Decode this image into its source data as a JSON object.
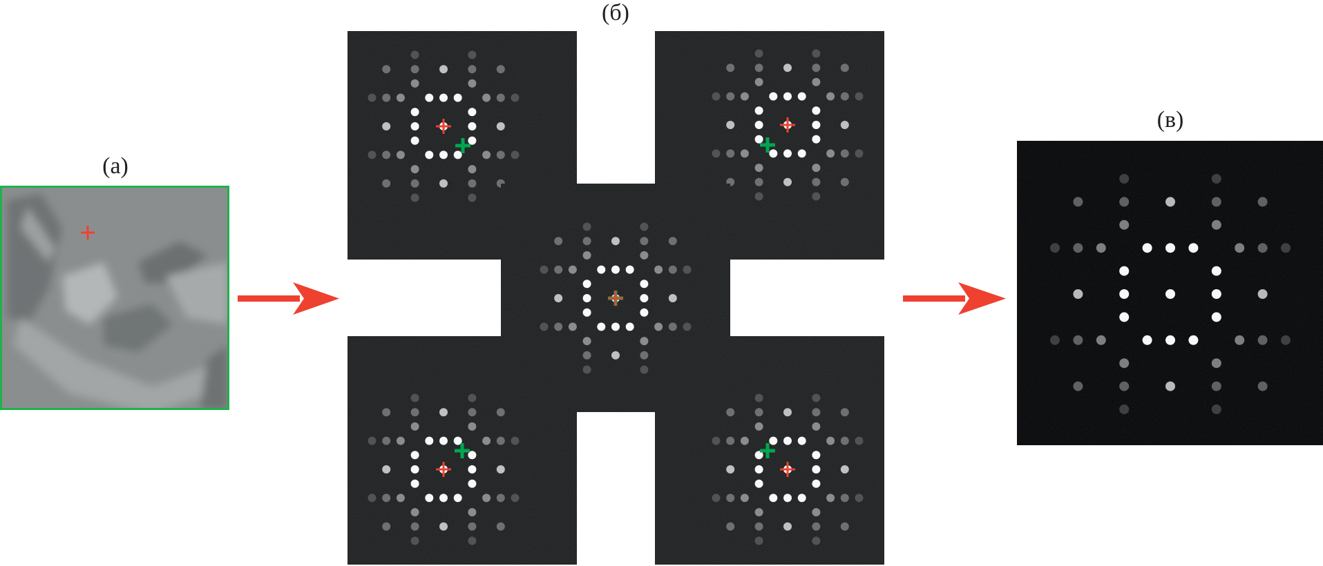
{
  "panels": {
    "a": {
      "label": "(а)"
    },
    "b": {
      "label": "(б)"
    },
    "v": {
      "label": "(в)"
    }
  },
  "colors": {
    "arrow": "#ee4130",
    "cross_red": "#ee4130",
    "cross_green": "#00a651",
    "frame_green": "#1db34a",
    "panel_bg": "#2b2d2e",
    "result_bg": "#121314",
    "photo_bg": "#8b8e8f"
  }
}
